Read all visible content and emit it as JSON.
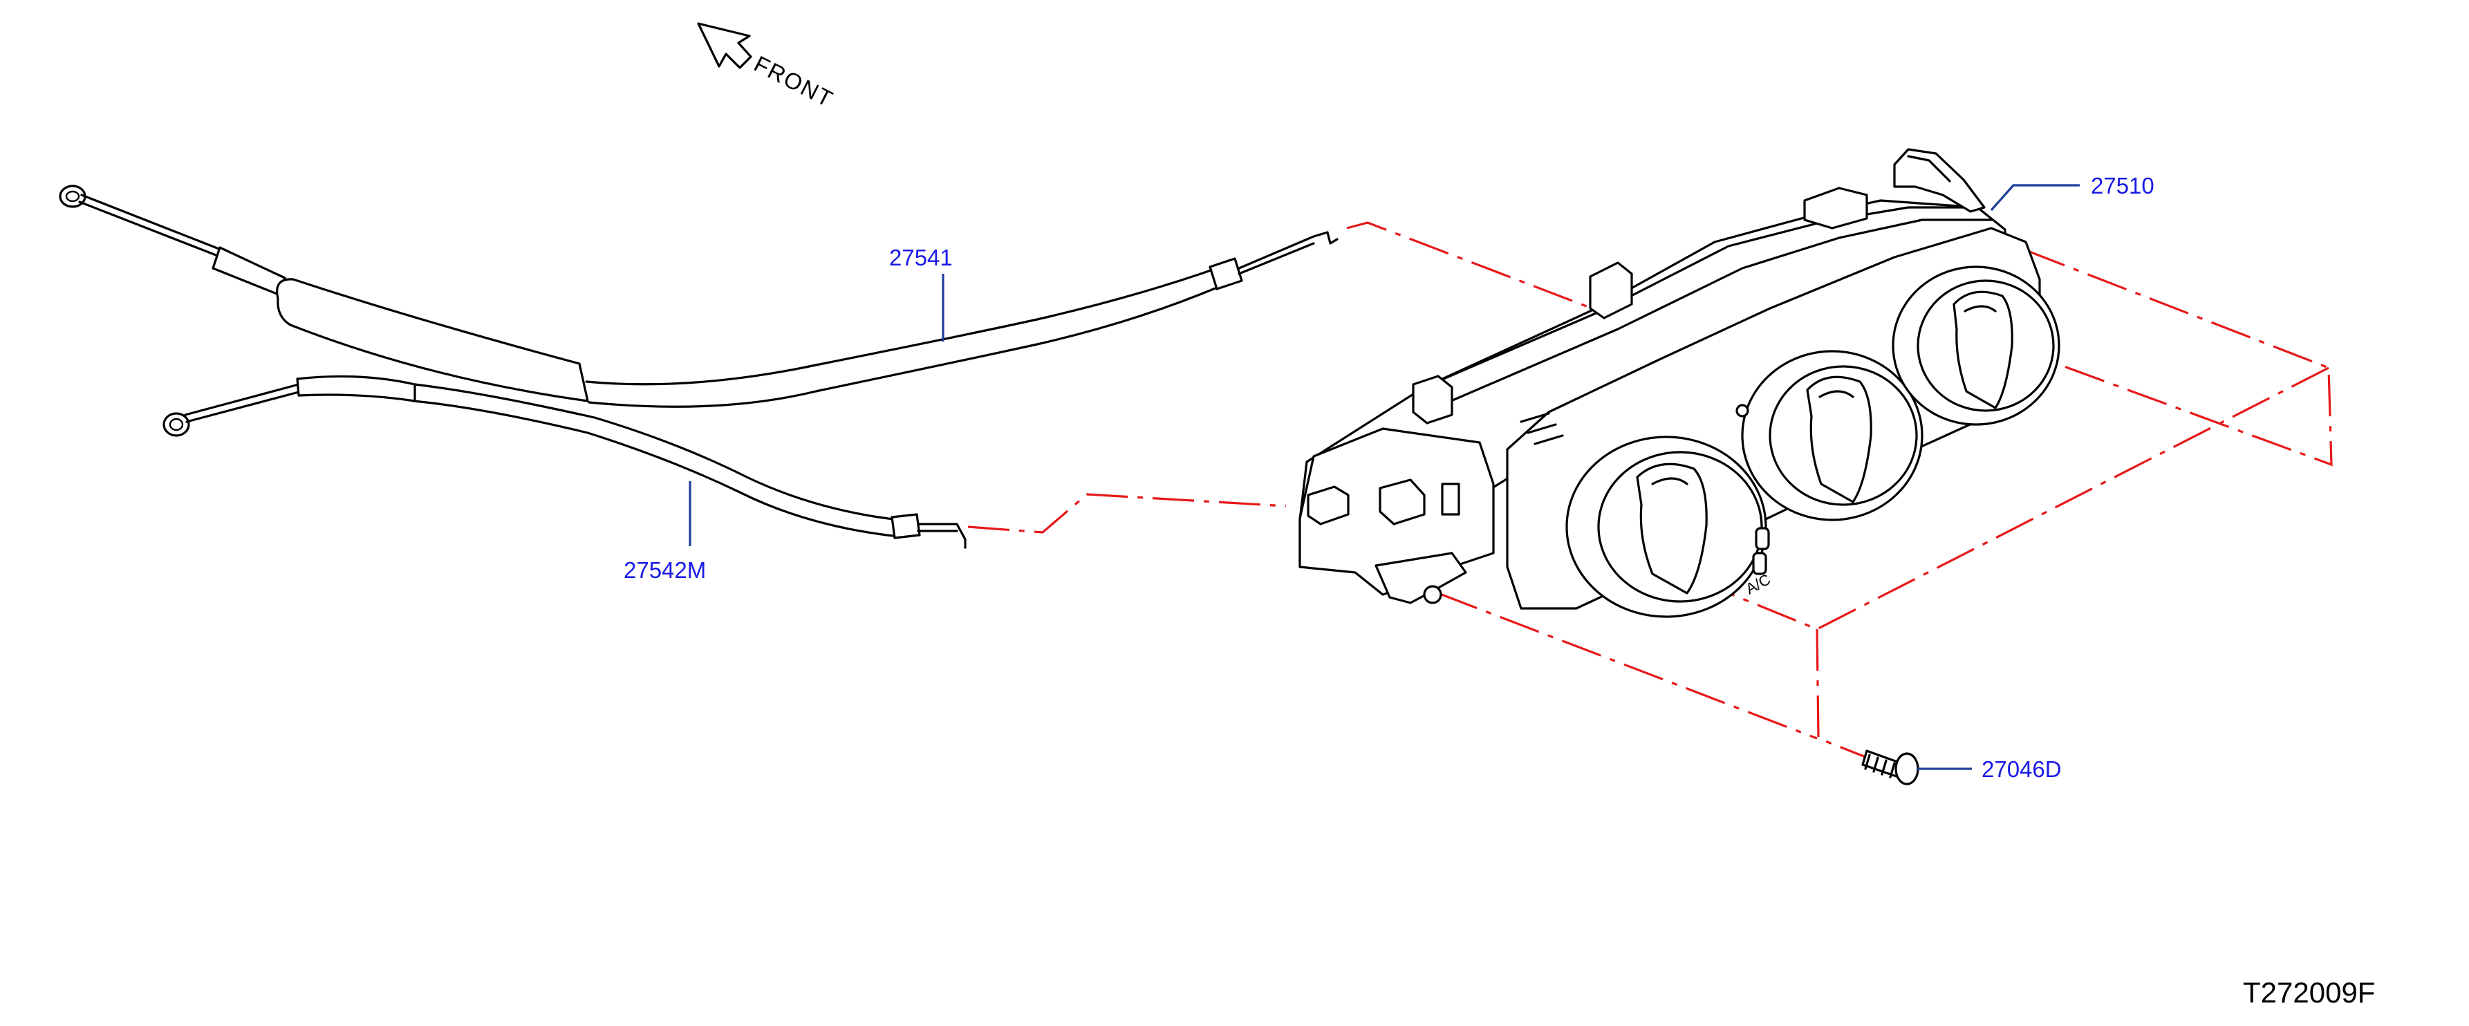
{
  "orientation": {
    "text": "FRONT",
    "icon": "arrow-up-left-icon"
  },
  "parts": [
    {
      "number": "27510"
    },
    {
      "number": "27541"
    },
    {
      "number": "27542M"
    },
    {
      "number": "27046D"
    }
  ],
  "panel_marking": "A/C",
  "figure_code": "T272009F",
  "colors": {
    "callout": "#1a1ae6",
    "leader": "#1d3f9a",
    "phantom": "#e61919",
    "line": "#000000"
  }
}
